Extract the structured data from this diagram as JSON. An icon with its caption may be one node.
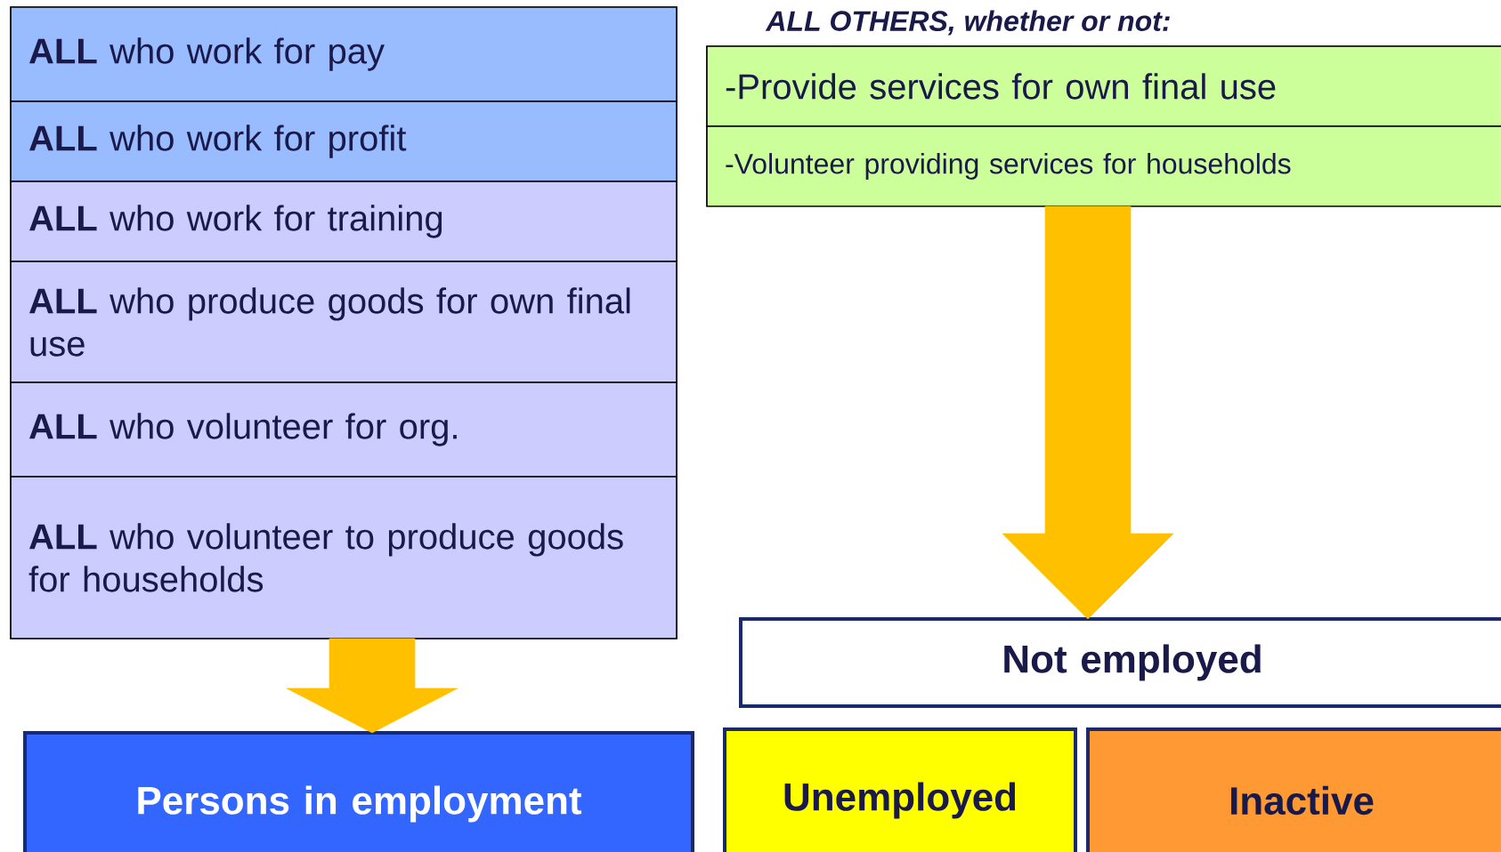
{
  "diagram": {
    "nodes": [
      {
        "text": [],
        "shape": "box"
      },
      {
        "text": [
          "**ALL** who work for pay"
        ],
        "in": 0
      },
      {
        "text": [
          "**ALL** who work for profit"
        ],
        "in": 0
      },
      {
        "text": [
          "**ALL** who work for training"
        ],
        "in": 0
      },
      {
        "text": [
          "**ALL** who produce goods for own final use"
        ],
        "in": 0
      },
      {
        "text": [
          "**ALL** who volunteer for org."
        ],
        "in": 0
      },
      {
        "text": [
          "**ALL** who volunteer to produce goods for households"
        ],
        "in": 0
      },
      {
        "text": [
          "ALL OTHERS, whether or not:"
        ]
      },
      {
        "text": [
          "-Provide services for own final use"
        ],
        "in": 7
      },
      {
        "text": [
          "-Volunteer providing services for households"
        ],
        "in": 7
      },
      {
        "text": [
          "Persons in employment"
        ]
      },
      {
        "text": [
          "Not employed"
        ]
      },
      {
        "text": [
          "Unemployed"
        ]
      },
      {
        "text": [
          "Inactive"
        ]
      }
    ],
    "edges": [
      {
        "from": 0,
        "to": 10,
        "arrow": "to",
        "style": "thick"
      },
      {
        "from": 7,
        "to": 11,
        "arrow": "to",
        "style": "thick"
      }
    ]
  }
}
